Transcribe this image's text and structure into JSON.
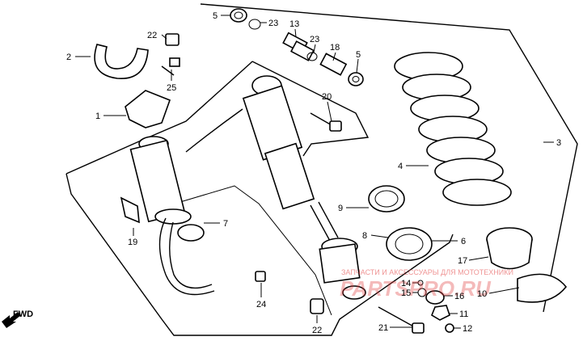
{
  "callouts": [
    {
      "id": "c5a",
      "text": "5"
    },
    {
      "id": "c23a",
      "text": "23"
    },
    {
      "id": "c13",
      "text": "13"
    },
    {
      "id": "c23b",
      "text": "23"
    },
    {
      "id": "c18",
      "text": "18"
    },
    {
      "id": "c5b",
      "text": "5"
    },
    {
      "id": "c22a",
      "text": "22"
    },
    {
      "id": "c2",
      "text": "2"
    },
    {
      "id": "c25",
      "text": "25"
    },
    {
      "id": "c1",
      "text": "1"
    },
    {
      "id": "c20",
      "text": "20"
    },
    {
      "id": "c3",
      "text": "3"
    },
    {
      "id": "c4",
      "text": "4"
    },
    {
      "id": "c9",
      "text": "9"
    },
    {
      "id": "c7",
      "text": "7"
    },
    {
      "id": "c19",
      "text": "19"
    },
    {
      "id": "c8",
      "text": "8"
    },
    {
      "id": "c6",
      "text": "6"
    },
    {
      "id": "c17",
      "text": "17"
    },
    {
      "id": "c14",
      "text": "14"
    },
    {
      "id": "c15",
      "text": "15"
    },
    {
      "id": "c16",
      "text": "16"
    },
    {
      "id": "c10",
      "text": "10"
    },
    {
      "id": "c11",
      "text": "11"
    },
    {
      "id": "c12",
      "text": "12"
    },
    {
      "id": "c21",
      "text": "21"
    },
    {
      "id": "c22b",
      "text": "22"
    },
    {
      "id": "c24",
      "text": "24"
    }
  ],
  "fwd_label": "FWD",
  "watermark": {
    "top_text": "ЗАПЧАСТИ И АКСЕССУАРЫ ДЛЯ МОТОТЕХНИКИ",
    "brand_text": "PARTSPRO.RU",
    "color": "#e23b3b"
  }
}
